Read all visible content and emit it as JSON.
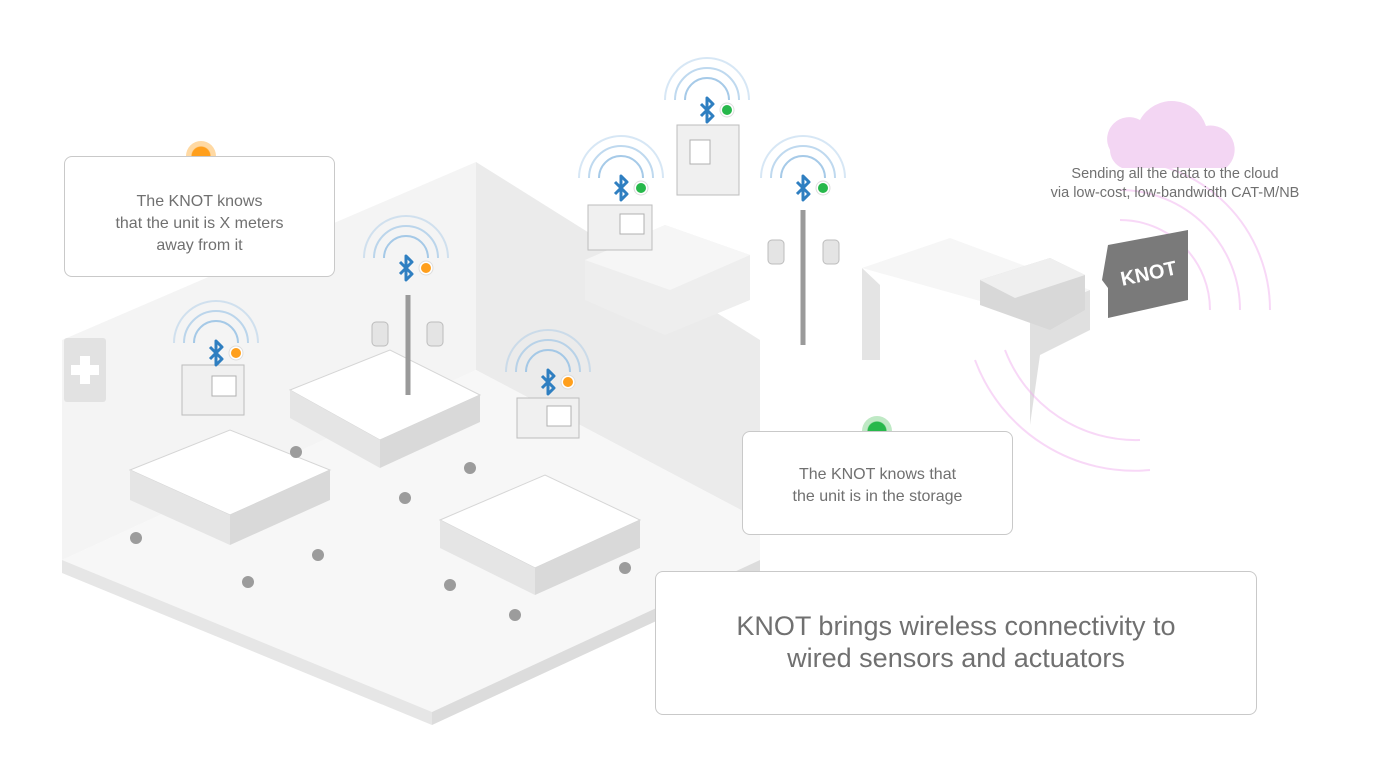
{
  "callouts": {
    "proximity": {
      "lines": [
        "The KNOT knows",
        "that the unit is X meters",
        "away from it"
      ]
    },
    "storage": {
      "lines": [
        "The KNOT knows that",
        "the unit is in the storage"
      ]
    },
    "headline": {
      "lines": [
        "KNOT brings wireless connectivity to",
        "wired sensors and actuators"
      ]
    }
  },
  "cloud": {
    "lines": [
      "Sending all the data to the cloud",
      "via low-cost, low-bandwidth CAT-M/NB"
    ]
  },
  "gateway": {
    "label": "KNOT"
  },
  "colors": {
    "bluetooth": "#2f7fc1",
    "status_away": "#ff9f1c",
    "status_storage": "#27b84b",
    "cloud": "#f3d6f3",
    "radio_waves": "#f0a8ee",
    "knot_tag": "#7a7a7a"
  },
  "icons": [
    "bluetooth-icon",
    "status-dot-icon",
    "cloud-icon",
    "medical-cross-icon",
    "wifi-waves-icon"
  ]
}
